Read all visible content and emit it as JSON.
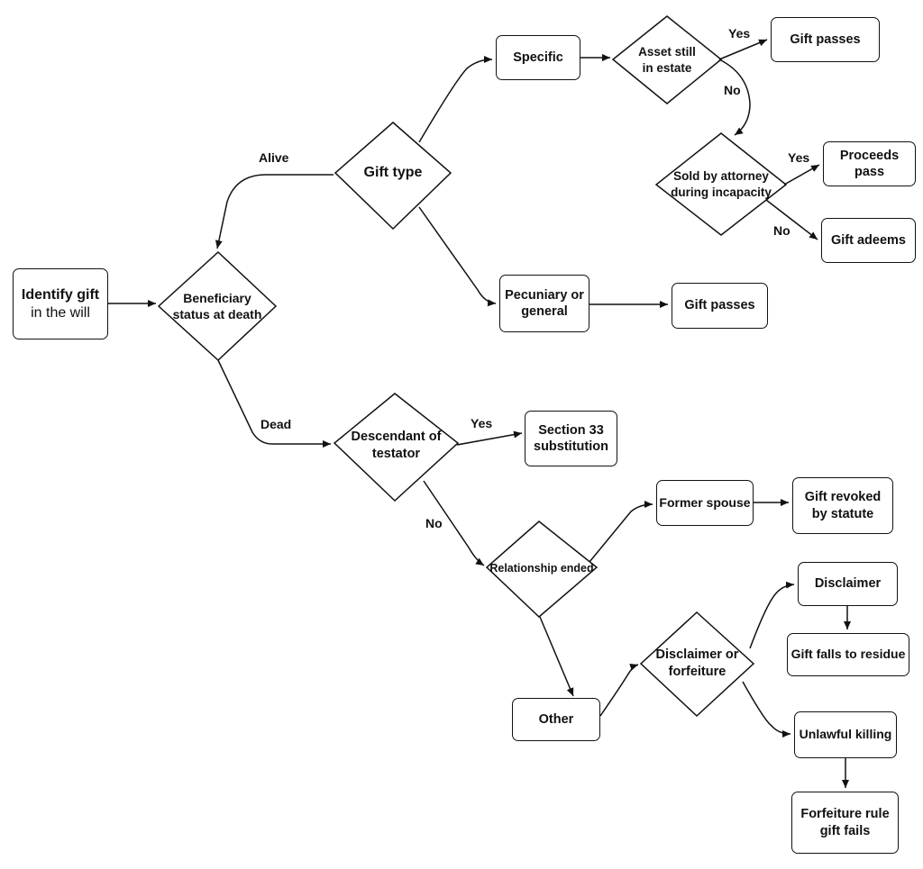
{
  "nodes": {
    "identify": {
      "line1": "Identify gift",
      "line2": "in the will"
    },
    "beneficiary": {
      "line1": "Beneficiary",
      "line2": "status at death"
    },
    "gift_type": {
      "line1": "Gift type"
    },
    "specific": {
      "line1": "Specific"
    },
    "asset_still": {
      "line1": "Asset still",
      "line2": "in estate"
    },
    "gift_passes_1": {
      "line1": "Gift passes"
    },
    "sold_attorney": {
      "line1": "Sold by attorney",
      "line2": "during incapacity"
    },
    "proceeds_pass": {
      "line1": "Proceeds pass"
    },
    "gift_adeems": {
      "line1": "Gift adeems"
    },
    "pecuniary": {
      "line1": "Pecuniary or",
      "line2": "general"
    },
    "gift_passes_2": {
      "line1": "Gift passes"
    },
    "descendant": {
      "line1": "Descendant of",
      "line2": "testator"
    },
    "section33": {
      "line1": "Section 33",
      "line2": "substitution"
    },
    "relationship": {
      "line1": "Relationship ended"
    },
    "former_spouse": {
      "line1": "Former spouse"
    },
    "gift_revoked": {
      "line1": "Gift revoked",
      "line2": "by statute"
    },
    "other": {
      "line1": "Other"
    },
    "disclaimer_forfeiture": {
      "line1": "Disclaimer or",
      "line2": "forfeiture"
    },
    "disclaimer": {
      "line1": "Disclaimer"
    },
    "falls_residue": {
      "line1": "Gift falls to residue"
    },
    "unlawful": {
      "line1": "Unlawful killing"
    },
    "forfeiture_rule": {
      "line1": "Forfeiture rule",
      "line2": "gift fails"
    }
  },
  "edge_labels": {
    "alive": "Alive",
    "dead": "Dead",
    "yes_asset": "Yes",
    "no_asset": "No",
    "yes_sold": "Yes",
    "no_sold": "No",
    "yes_descendant": "Yes",
    "no_descendant": "No"
  }
}
